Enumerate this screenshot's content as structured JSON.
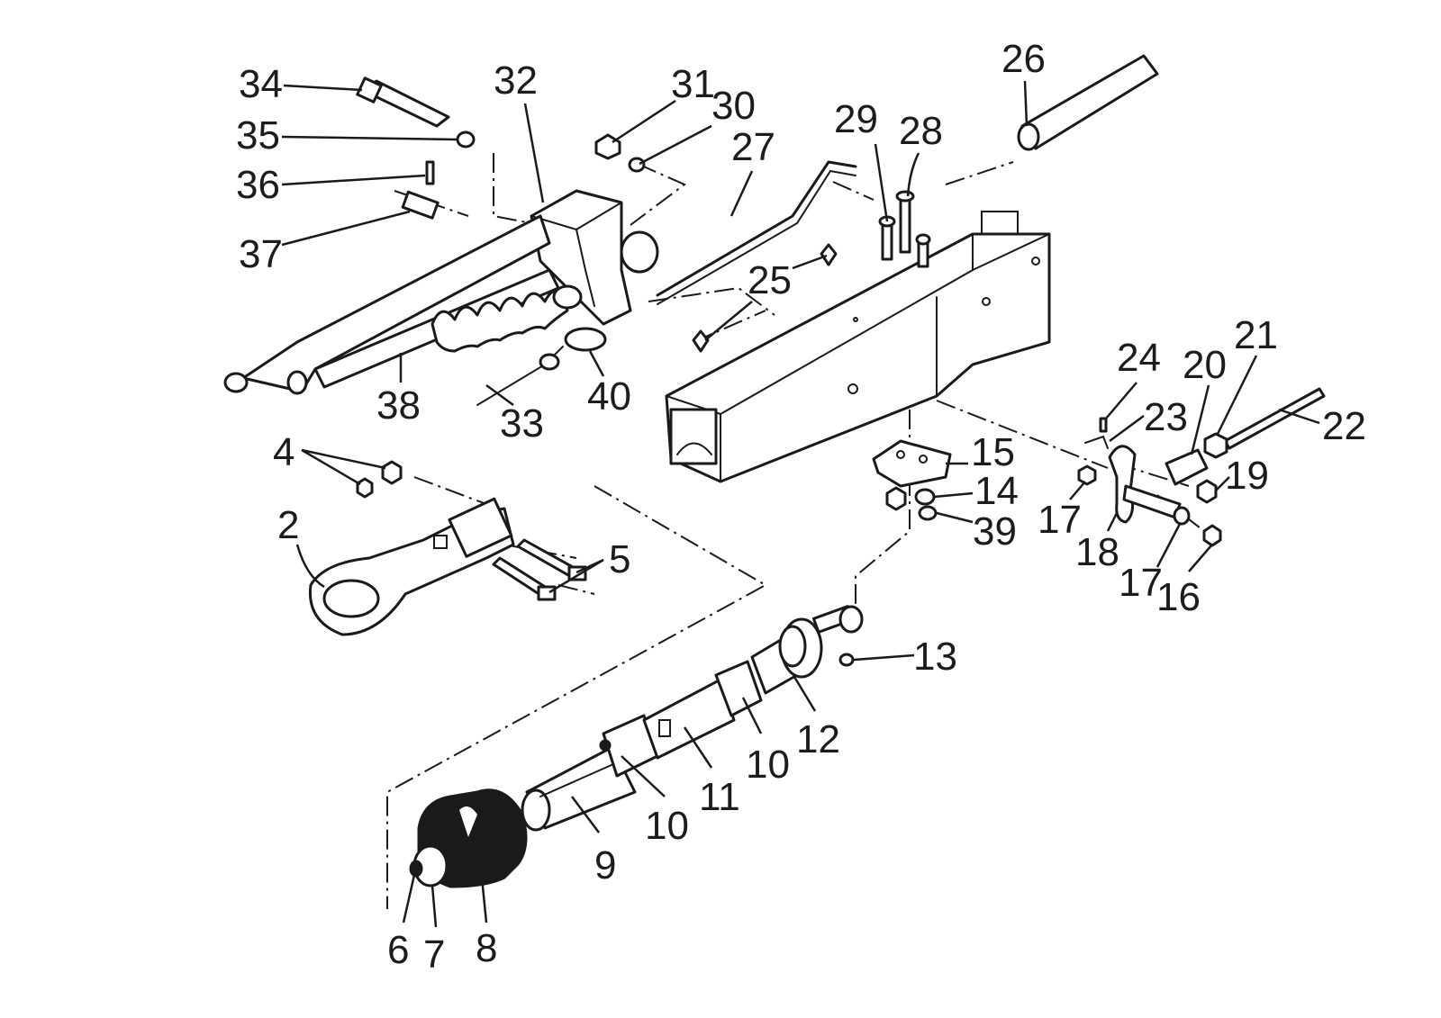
{
  "labels": {
    "l2": "2",
    "l4": "4",
    "l5": "5",
    "l6": "6",
    "l7": "7",
    "l8": "8",
    "l9": "9",
    "l10a": "10",
    "l10b": "10",
    "l11": "11",
    "l12": "12",
    "l13": "13",
    "l14": "14",
    "l15": "15",
    "l16": "16",
    "l17a": "17",
    "l17b": "17",
    "l18": "18",
    "l19": "19",
    "l20": "20",
    "l21": "21",
    "l22": "22",
    "l23": "23",
    "l24": "24",
    "l25": "25",
    "l26": "26",
    "l27": "27",
    "l28": "28",
    "l29": "29",
    "l30": "30",
    "l31": "31",
    "l32": "32",
    "l33": "33",
    "l34": "34",
    "l35": "35",
    "l36": "36",
    "l37": "37",
    "l38": "38",
    "l39": "39",
    "l40": "40"
  },
  "colors": {
    "ink": "#1a1a1a",
    "paper": "#ffffff"
  }
}
